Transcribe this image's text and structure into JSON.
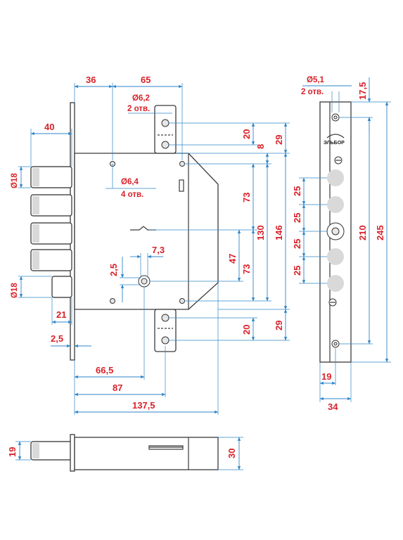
{
  "dimensions": {
    "d36": "36",
    "d65": "65",
    "d62": "Ø6,2",
    "d62_holes": "2 отв.",
    "d40": "40",
    "d18_top": "Ø18",
    "d64": "Ø6,4",
    "d64_holes": "4 отв.",
    "d18_bottom": "Ø18",
    "d21": "21",
    "d25_small": "2,5",
    "d25_side": "2,5",
    "d73_side": "7,3",
    "d665": "66,5",
    "d87": "87",
    "d1375": "137,5",
    "d20_top": "20",
    "d8": "8",
    "d29_top": "29",
    "d73_upper": "73",
    "d130": "130",
    "d146": "146",
    "d47": "47",
    "d73_lower": "73",
    "d20_bottom": "20",
    "d29_bottom": "29",
    "d51": "Ø5,1",
    "d51_holes": "2 отв.",
    "d175": "17,5",
    "d25_a": "25",
    "d25_b": "25",
    "d25_c": "25",
    "d25_d": "25",
    "d210": "210",
    "d245": "245",
    "d19_plate": "19",
    "d34": "34",
    "d19_side": "19",
    "d30": "30"
  },
  "brand": {
    "logo_text": "ЭЛЬБОР"
  },
  "colors": {
    "dimension_line": "#2f86c9",
    "dimension_text": "#d8222a",
    "outline": "#3a3a3a"
  }
}
